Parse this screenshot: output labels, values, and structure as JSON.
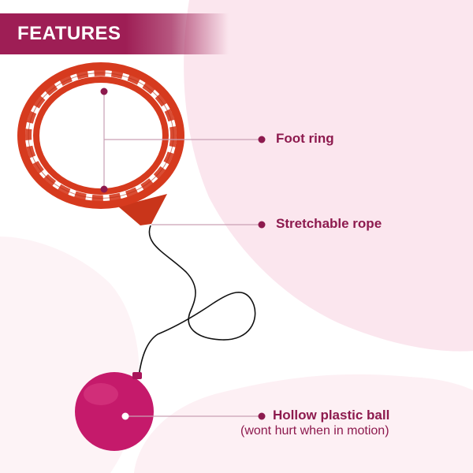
{
  "banner": {
    "title": "FEATURES"
  },
  "features": {
    "foot_ring": "Foot ring",
    "rope": "Stretchable rope",
    "ball": "Hollow plastic ball",
    "ball_note": "(wont hurt when in motion)"
  },
  "colors": {
    "banner": "#9e1e55",
    "label_text": "#8d1a4e",
    "ring": "#d63a1e",
    "ball": "#c51a6b",
    "background_blob": "#fbe6ee",
    "rope": "#111111"
  }
}
